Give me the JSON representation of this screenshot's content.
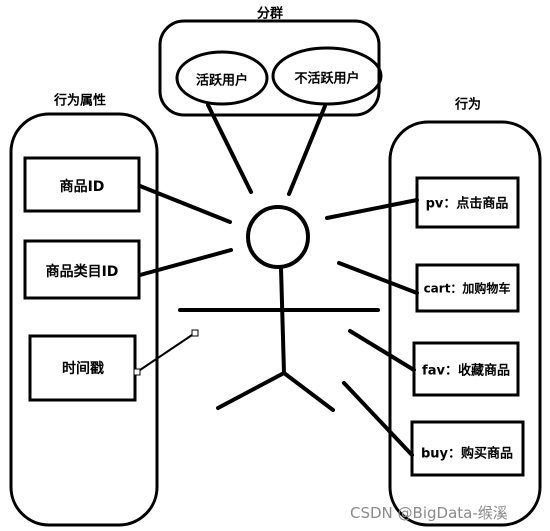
{
  "groups": {
    "segmentation": {
      "title": "分群",
      "items": [
        "活跃用户",
        "不活跃用户"
      ]
    },
    "attributes": {
      "title": "行为属性",
      "items": [
        "商品ID",
        "商品类目ID",
        "时间戳"
      ]
    },
    "behaviors": {
      "title": "行为",
      "items": [
        "pv：点击商品",
        "cart：加购物车",
        "fav：收藏商品",
        "buy：购买商品"
      ]
    }
  },
  "watermark": "CSDN @BigData-缑溪"
}
